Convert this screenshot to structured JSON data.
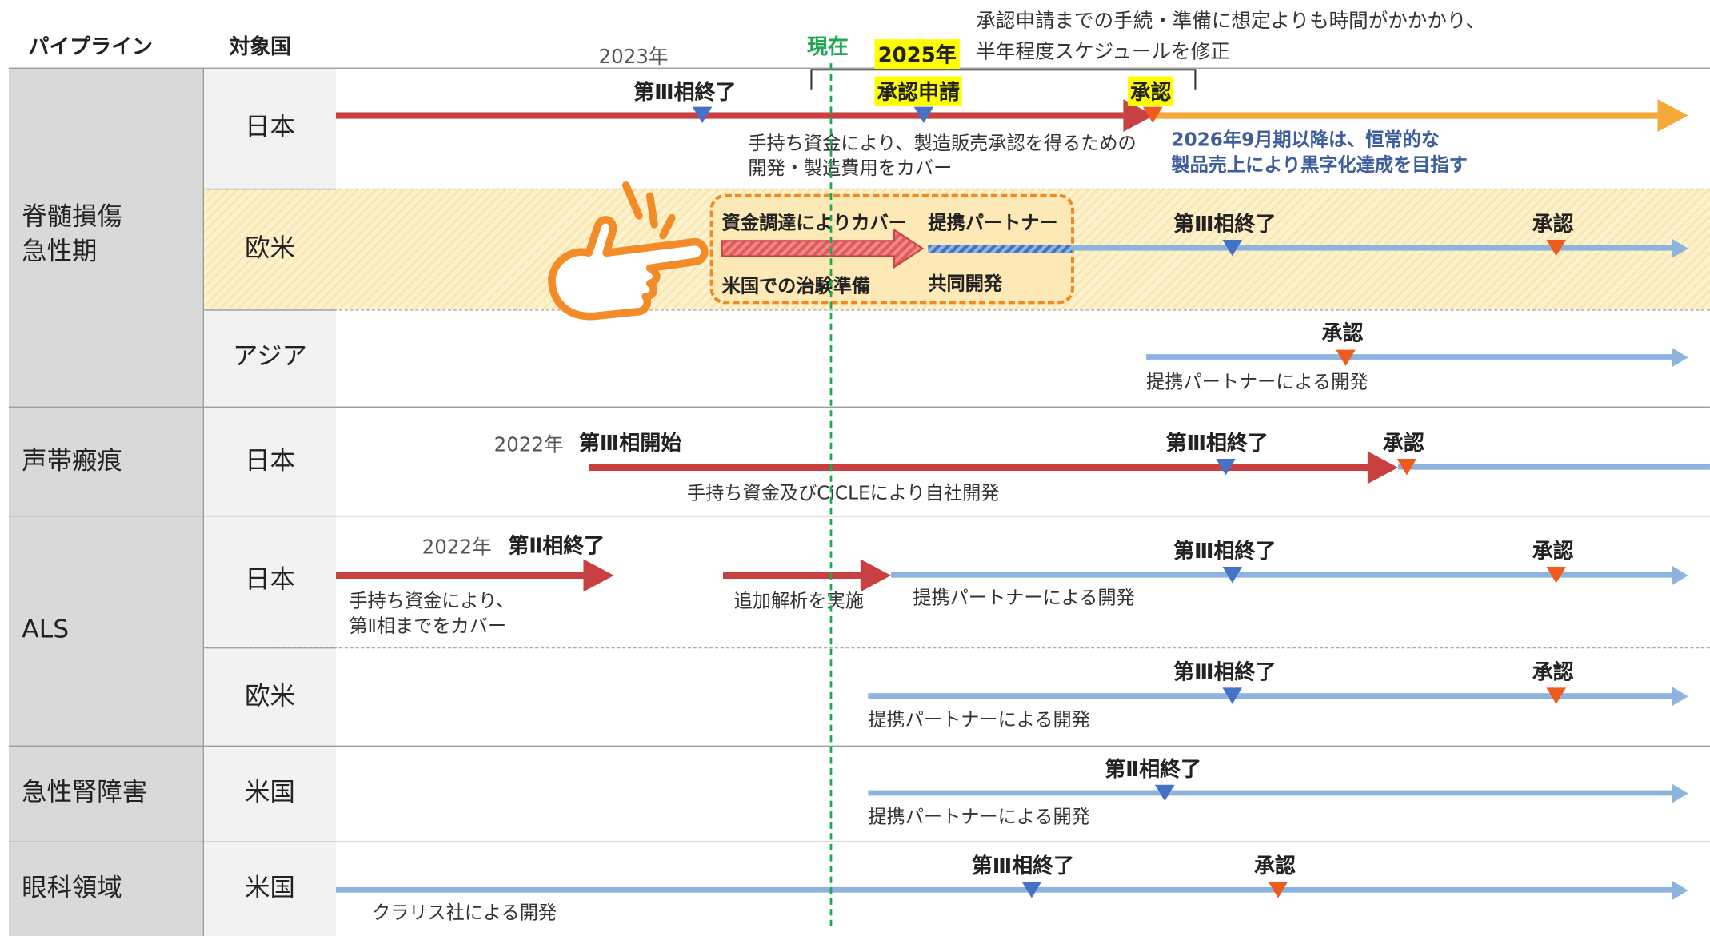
{
  "headers": {
    "pipeline": "パイプライン",
    "country": "対象国"
  },
  "pipelines": {
    "sci": "脊髄損傷\n急性期",
    "vocal": "声帯瘢痕",
    "als": "ALS",
    "aki": "急性腎障害",
    "eye": "眼科領域"
  },
  "countries": {
    "sci_jp": "日本",
    "sci_eu": "欧米",
    "sci_asia": "アジア",
    "vocal_jp": "日本",
    "als_jp": "日本",
    "als_eu": "欧米",
    "aki_us": "米国",
    "eye_us": "米国"
  },
  "top": {
    "now": "現在",
    "year_2023": "2023年",
    "year_2025": "2025年",
    "revision_note": "承認申請までの手続・準備に想定よりも時間がかかかり、\n半年程度スケジュールを修正"
  },
  "rows": {
    "sci_jp": {
      "p3_end": "第Ⅲ相終了",
      "apply": "承認申請",
      "approve": "承認",
      "note": "手持ち資金により、製造販売承認を得るための\n開発・製造費用をカバー",
      "goal": "2026年9月期以降は、恒常的な\n製品売上により黒字化達成を目指す"
    },
    "sci_eu": {
      "funding": "資金調達によりカバー",
      "prep": "米国での治験準備",
      "partner": "提携パートナー",
      "joint": "共同開発",
      "p3_end": "第Ⅲ相終了",
      "approve": "承認"
    },
    "sci_asia": {
      "approve": "承認",
      "note": "提携パートナーによる開発"
    },
    "vocal_jp": {
      "year": "2022年",
      "p3_start": "第Ⅲ相開始",
      "p3_end": "第Ⅲ相終了",
      "approve": "承認",
      "note": "手持ち資金及びCiCLEにより自社開発"
    },
    "als_jp": {
      "year": "2022年",
      "p2_end": "第Ⅱ相終了",
      "p3_end": "第Ⅲ相終了",
      "approve": "承認",
      "note1": "手持ち資金により、\n第Ⅱ相までをカバー",
      "note2": "追加解析を実施",
      "note3": "提携パートナーによる開発"
    },
    "als_eu": {
      "p3_end": "第Ⅲ相終了",
      "approve": "承認",
      "note": "提携パートナーによる開発"
    },
    "aki_us": {
      "p2_end": "第Ⅱ相終了",
      "note": "提携パートナーによる開発"
    },
    "eye_us": {
      "p3_end": "第Ⅲ相終了",
      "approve": "承認",
      "note": "クラリス社による開発"
    }
  },
  "colors": {
    "own_funds": "#c94042",
    "partner": "#8db3df",
    "post_approval": "#f5a93b",
    "p3_marker": "#4472c4",
    "approve_marker": "#f05a1c",
    "now_line": "#1fa84f",
    "highlight": "#ffff00"
  },
  "icons": {
    "pointing_hand": "pointing-hand-icon"
  }
}
